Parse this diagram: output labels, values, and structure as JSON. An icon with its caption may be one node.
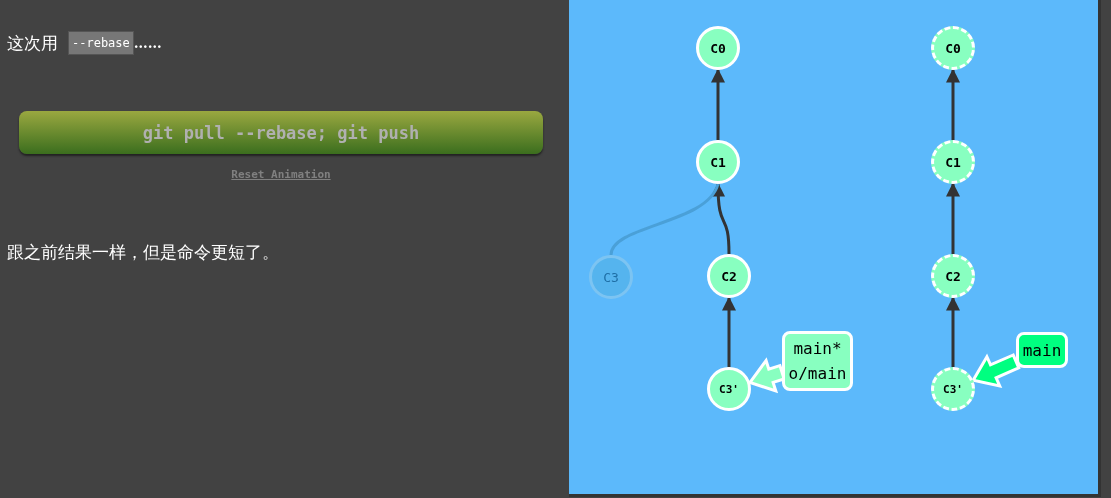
{
  "diagram": {
    "nodes": [
      {
        "text": [
          "C0"
        ]
      },
      {
        "text": [
          "C1"
        ]
      },
      {
        "text": [
          "C2"
        ]
      },
      {
        "text": [
          "C3"
        ]
      },
      {
        "text": [
          "C3'"
        ]
      },
      {
        "text": [
          "main*",
          "o/main"
        ]
      },
      {
        "text": [
          "C0"
        ]
      },
      {
        "text": [
          "C1"
        ]
      },
      {
        "text": [
          "C2"
        ]
      },
      {
        "text": [
          "C3'"
        ]
      },
      {
        "text": [
          "main"
        ]
      }
    ],
    "edges": [
      {
        "from": 1,
        "to": 0,
        "arrow": "to"
      },
      {
        "from": 2,
        "to": 1,
        "arrow": "to"
      },
      {
        "from": 3,
        "to": 1,
        "arrow": "none",
        "color": "#4aa0d8"
      },
      {
        "from": 4,
        "to": 2,
        "arrow": "to"
      },
      {
        "from": 5,
        "to": 4,
        "arrow": "to",
        "style": "thick",
        "color": "#88ffc0"
      },
      {
        "from": 7,
        "to": 6,
        "arrow": "to"
      },
      {
        "from": 8,
        "to": 7,
        "arrow": "to"
      },
      {
        "from": 9,
        "to": 8,
        "arrow": "to"
      },
      {
        "from": 10,
        "to": 9,
        "arrow": "to",
        "style": "thick",
        "color": "#00ff80"
      }
    ],
    "labels": [
      "这次用",
      "--rebase",
      "……",
      "git pull --rebase; git push",
      "Reset Animation",
      "跟之前结果一样，但是命令更短了。"
    ]
  }
}
